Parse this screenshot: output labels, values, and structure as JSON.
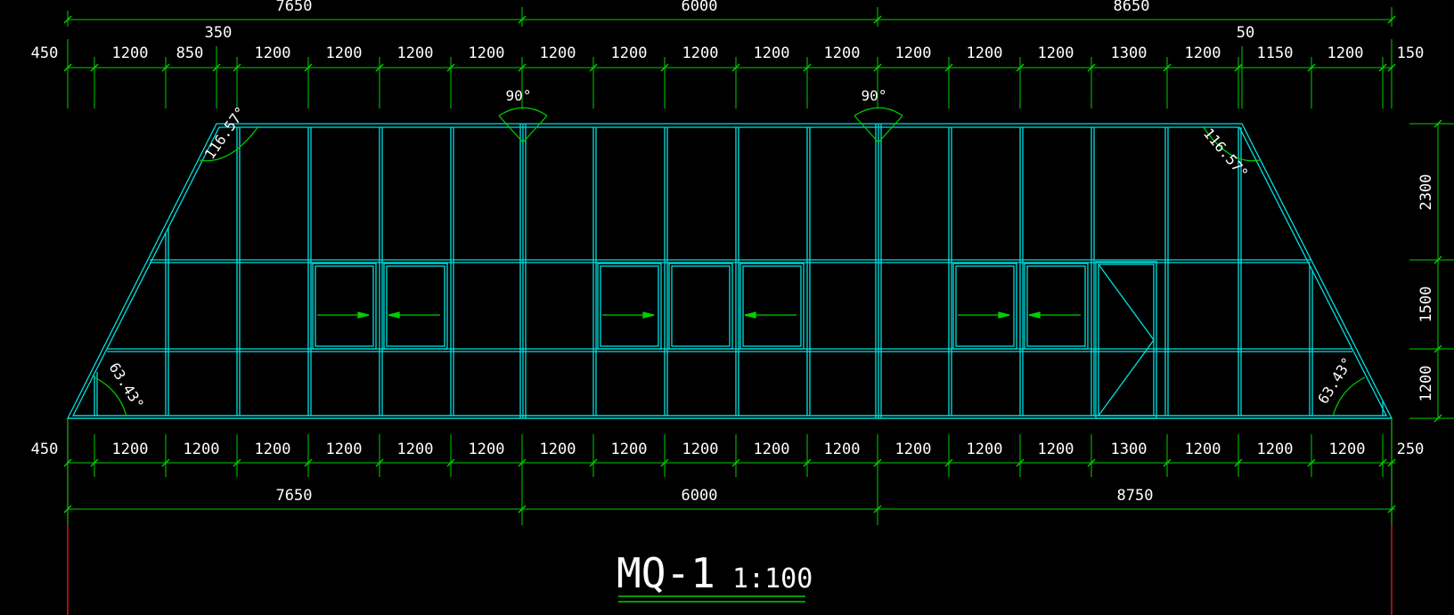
{
  "colors": {
    "background": "#000000",
    "frame": "#00e0e0",
    "dimension": "#00d000",
    "text": "#ffffff",
    "border": "#ff2020"
  },
  "top": {
    "overall": [
      "7650",
      "6000",
      "8650"
    ],
    "sub_labels": {
      "left": "350",
      "right": "50"
    },
    "left_offset": "450",
    "right_offset": "150",
    "segments": [
      "1200",
      "850",
      "1200",
      "1200",
      "1200",
      "1200",
      "1200",
      "1200",
      "1200",
      "1200",
      "1200",
      "1200",
      "1200",
      "1200",
      "1300",
      "1200",
      "1150",
      "1200"
    ]
  },
  "bottom": {
    "left_offset": "450",
    "right_offset": "250",
    "segments": [
      "1200",
      "1200",
      "1200",
      "1200",
      "1200",
      "1200",
      "1200",
      "1200",
      "1200",
      "1200",
      "1200",
      "1200",
      "1200",
      "1200",
      "1300",
      "1200",
      "1200",
      "1200"
    ],
    "overall": [
      "7650",
      "6000",
      "8750"
    ]
  },
  "right": {
    "heights": [
      "2300",
      "1500",
      "1200"
    ]
  },
  "angles": {
    "top_left": "116.57°",
    "top_right": "116.57°",
    "bottom_left": "63.43°",
    "bottom_right": "63.43°",
    "joint_1": "90°",
    "joint_2": "90°"
  },
  "title": {
    "name": "MQ-1",
    "scale": "1:100"
  }
}
